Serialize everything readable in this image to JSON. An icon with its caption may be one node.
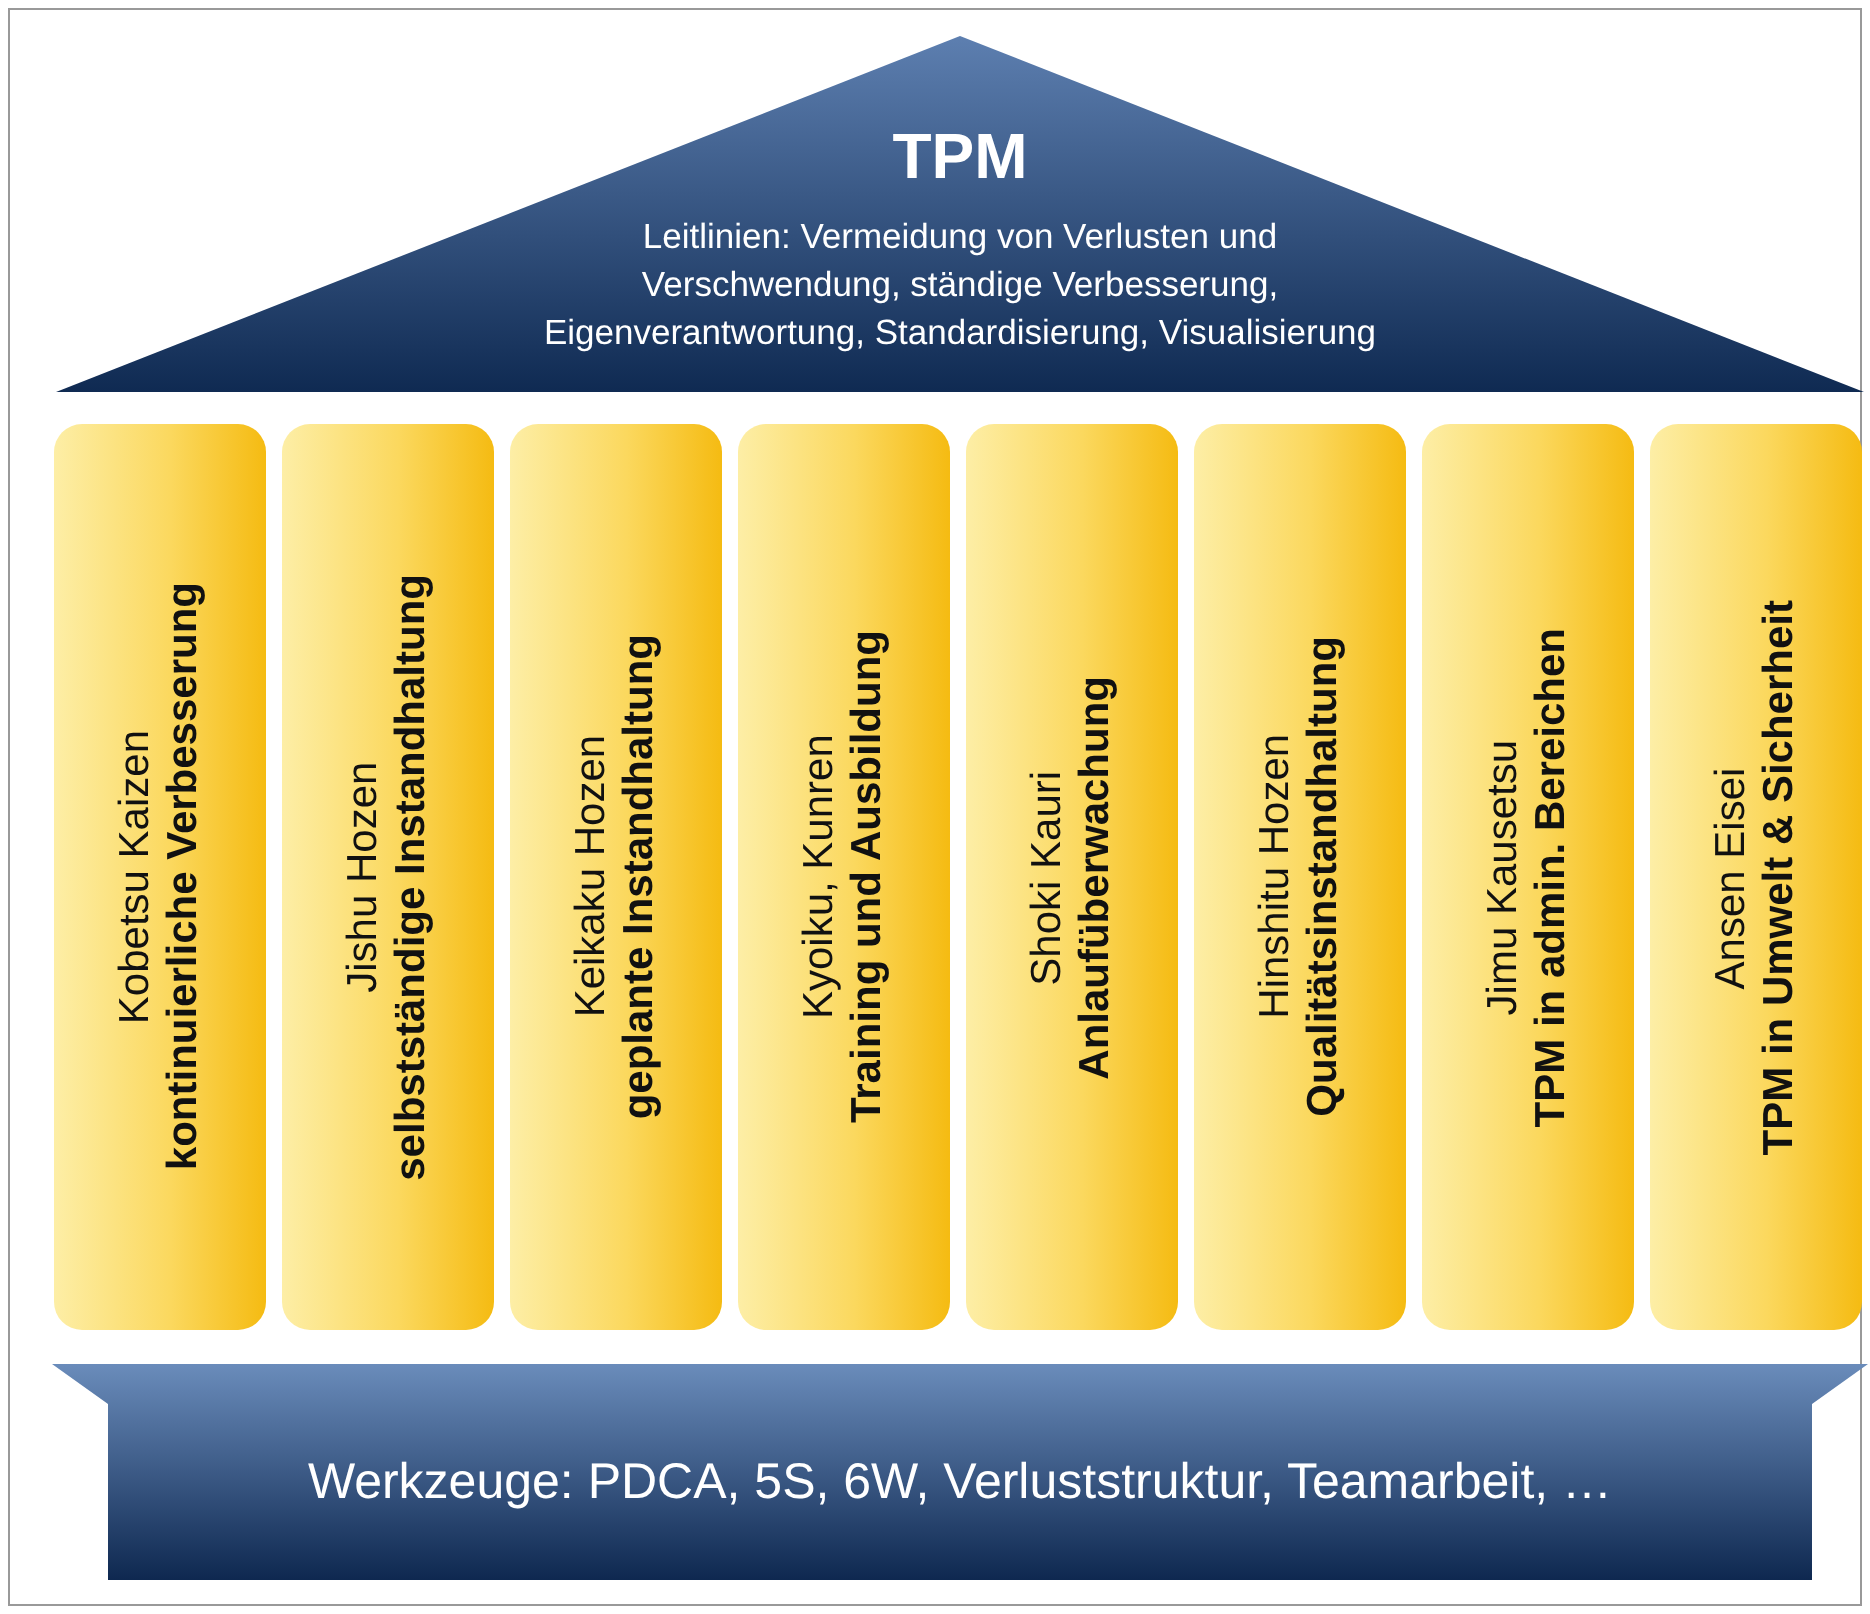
{
  "diagram": {
    "nodes": [
      {
        "text": [
          "TPM",
          "Leitlinien: Vermeidung von Verlusten und Verschwendung, ständige Verbesserung, Eigenverantwortung, Standardisierung, Visualisierung"
        ]
      },
      {
        "text": [
          "Kobetsu Kaizen",
          "kontinuierliche Verbesserung"
        ]
      },
      {
        "text": [
          "Jishu Hozen",
          "selbstständige Instandhaltung"
        ]
      },
      {
        "text": [
          "Keikaku Hozen",
          "geplante Instandhaltung"
        ]
      },
      {
        "text": [
          "Kyoiku, Kunren",
          "Training und Ausbildung"
        ]
      },
      {
        "text": [
          "Shoki Kauri",
          "Anlaufüberwachung"
        ]
      },
      {
        "text": [
          "Hinshitu Hozen",
          "Qualitätsinstandhaltung"
        ]
      },
      {
        "text": [
          "Jimu Kausetsu",
          "TPM in admin. Bereichen"
        ]
      },
      {
        "text": [
          "Ansen Eisei",
          "TPM in Umwelt & Sicherheit"
        ]
      },
      {
        "text": [
          "Werkzeuge: PDCA, 5S, 6W, Verluststruktur, Teamarbeit, …"
        ]
      }
    ]
  }
}
